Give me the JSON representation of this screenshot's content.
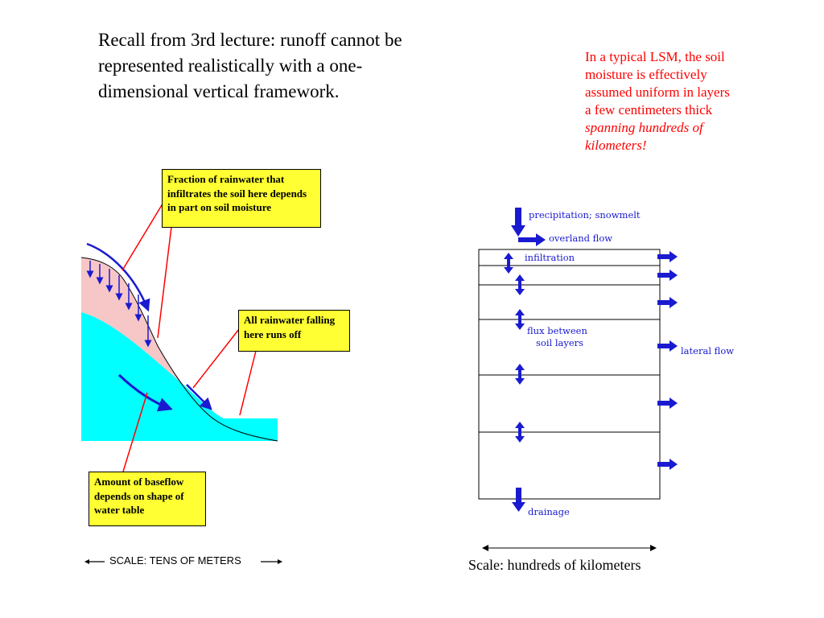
{
  "heading": {
    "lines": [
      "Recall from 3rd lecture:  runoff cannot be",
      "represented realistically with a one-",
      "dimensional vertical framework."
    ]
  },
  "note": {
    "lines": [
      "In a typical LSM, the soil",
      "moisture is effectively",
      "assumed uniform in layers",
      "a few centimeters thick"
    ],
    "italic_lines": [
      "spanning hundreds of",
      "kilometers!"
    ],
    "color": "#ff0000"
  },
  "hillslope": {
    "callout_fraction": [
      "Fraction of rainwater that",
      "infiltrates the soil here depends",
      "in part on soil moisture"
    ],
    "callout_runoff": [
      "All rainwater falling",
      "here runs off"
    ],
    "callout_baseflow": [
      "Amount of baseflow",
      "depends on shape of",
      "water table"
    ],
    "scale_label": "SCALE:  TENS OF METERS",
    "colors": {
      "unsaturated": "#f7c6c6",
      "saturated": "#00ffff",
      "callout": "#ffff33",
      "arrow": "#1a1ad0",
      "leader": "#ff0000"
    }
  },
  "lsm": {
    "labels": {
      "precipitation": "precipitation; snowmelt",
      "overland": "overland flow",
      "infiltration": "infiltration",
      "flux": [
        "flux between",
        "soil layers"
      ],
      "lateral": "lateral flow",
      "drainage": "drainage"
    },
    "scale_label": "Scale: hundreds of kilometers",
    "arrow_color": "#1a1ad0"
  }
}
